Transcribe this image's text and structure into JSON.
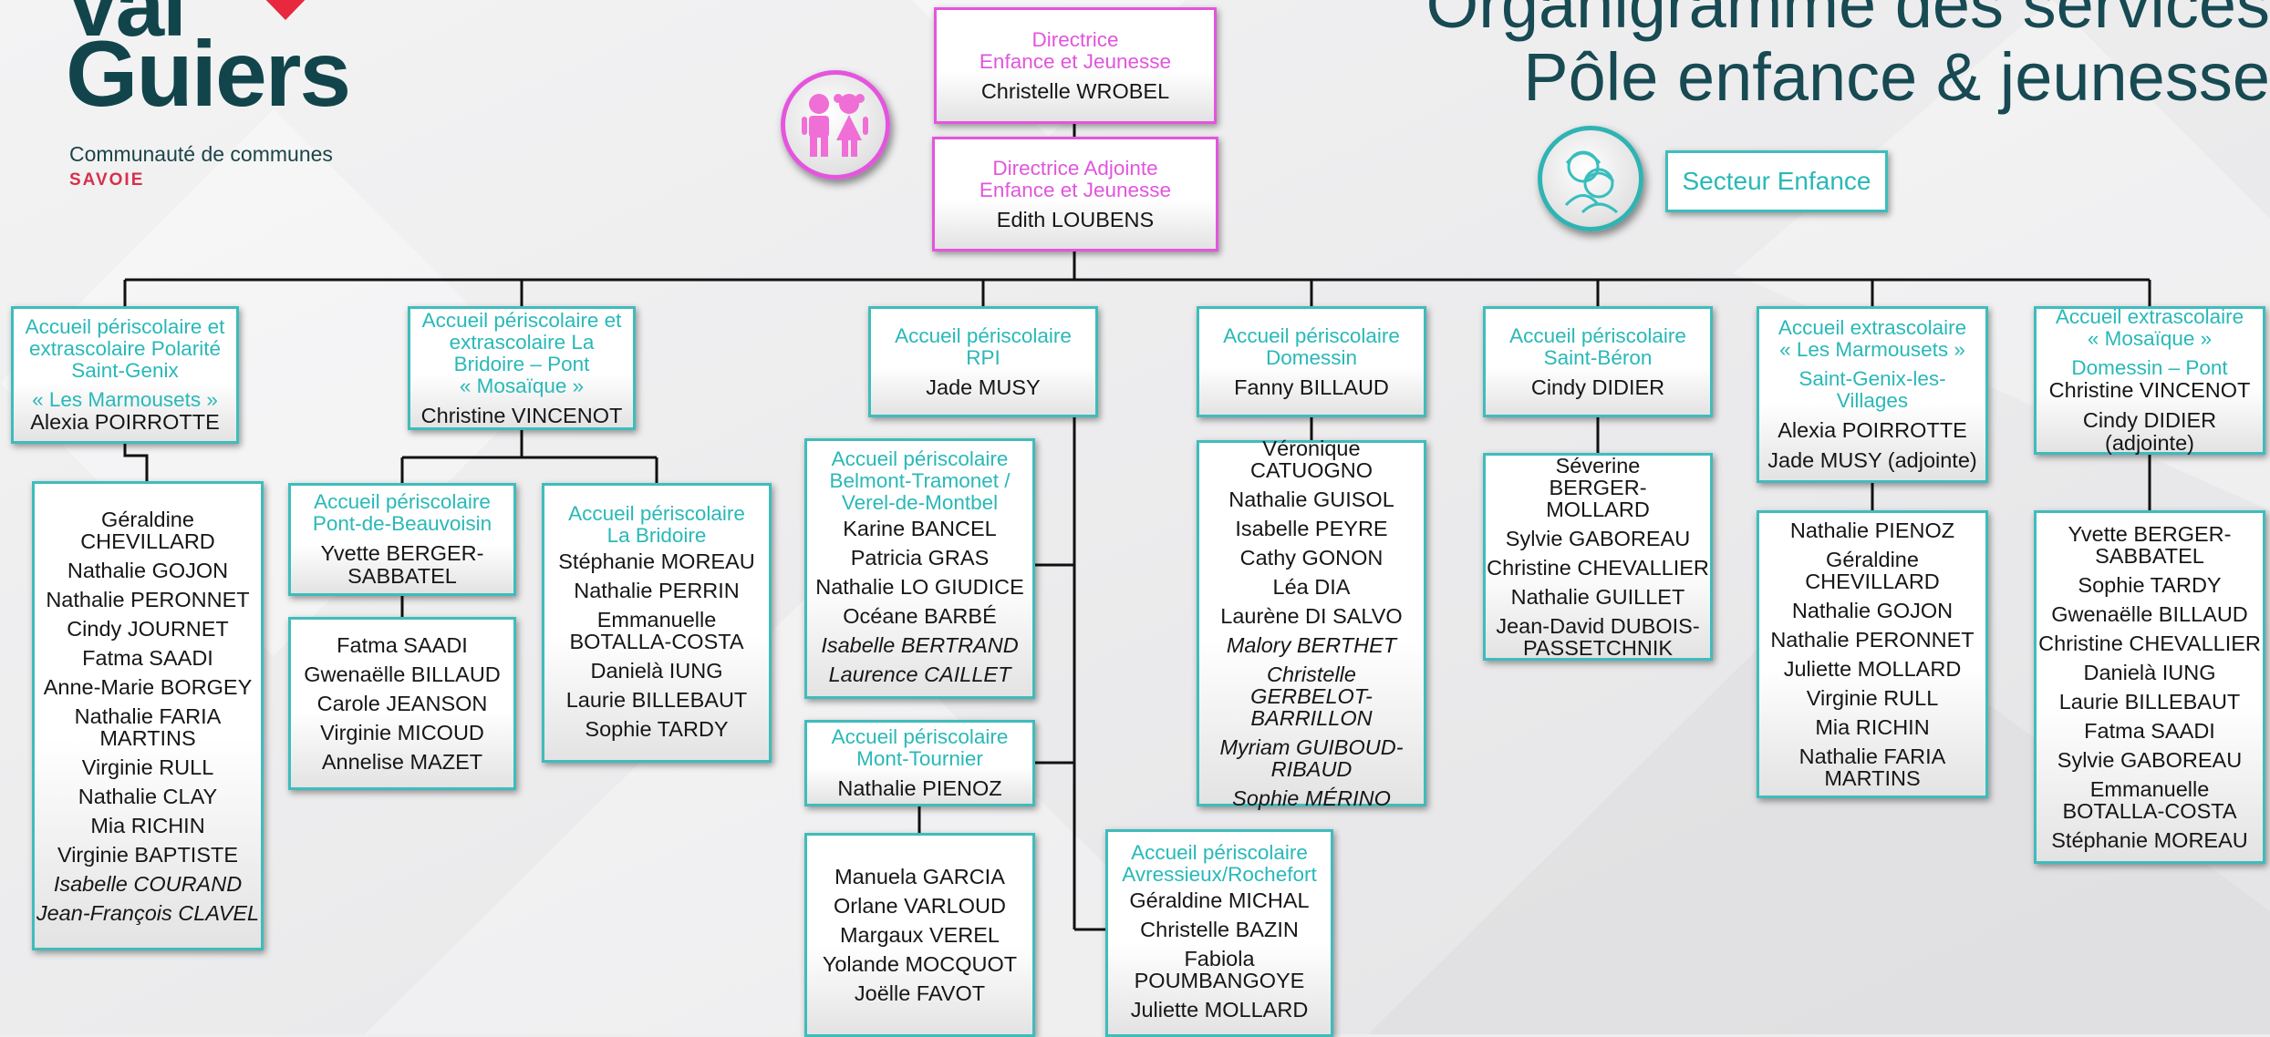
{
  "header": {
    "logo_line1": "Val",
    "logo_line2": "Guiers",
    "logo_line3": "Communauté de communes",
    "logo_line4": "SAVOIE",
    "title_line1": "Organigramme des services",
    "title_line2": "Pôle enfance & jeunesse"
  },
  "colors": {
    "pink": "#e455dd",
    "teal": "#3fbcbc",
    "dark_teal": "#174a52",
    "logo_red": "#d6304a"
  },
  "icons": {
    "kids": "children-icon",
    "enfance": "child-faces-icon"
  },
  "secteur": "Secteur Enfance",
  "directrice": {
    "title": [
      "Directrice",
      "Enfance et Jeunesse"
    ],
    "name": "Christelle WROBEL"
  },
  "adjointe": {
    "title": [
      "Directrice Adjointe",
      "Enfance et Jeunesse"
    ],
    "name": "Edith LOUBENS"
  },
  "units": {
    "marmousets": {
      "title": [
        "Accueil périscolaire et",
        "extrascolaire Polarité",
        "Saint-Genix",
        "« Les Marmousets »"
      ],
      "name": "Alexia POIRROTTE"
    },
    "marmousets_staff": [
      "Géraldine CHEVILLARD",
      "Nathalie GOJON",
      "Nathalie PERONNET",
      "Cindy JOURNET",
      "Fatma SAADI",
      "Anne-Marie BORGEY",
      "Nathalie FARIA MARTINS",
      "Virginie RULL",
      "Nathalie CLAY",
      "Mia RICHIN",
      "Virginie BAPTISTE",
      "Isabelle COURAND",
      "Jean-François CLAVEL"
    ],
    "mosaique": {
      "title": [
        "Accueil périscolaire et",
        "extrascolaire La",
        "Bridoire – Pont",
        "« Mosaïque »"
      ],
      "name": "Christine VINCENOT"
    },
    "pont": {
      "title": [
        "Accueil périscolaire",
        "Pont-de-Beauvoisin"
      ],
      "name": "Yvette BERGER-SABBATEL"
    },
    "pont_staff": [
      "Fatma SAADI",
      "Gwenaëlle BILLAUD",
      "Carole JEANSON",
      "Virginie MICOUD",
      "Annelise MAZET"
    ],
    "bridoire": {
      "title": [
        "Accueil périscolaire",
        "La Bridoire"
      ]
    },
    "bridoire_staff": [
      "Stéphanie MOREAU",
      "Nathalie PERRIN",
      "Emmanuelle BOTALLA-COSTA",
      "Danielà IUNG",
      "Laurie BILLEBAUT",
      "Sophie TARDY"
    ],
    "rpi": {
      "title": [
        "Accueil périscolaire",
        "RPI"
      ],
      "name": "Jade MUSY"
    },
    "belmont": {
      "title": [
        "Accueil périscolaire",
        "Belmont-Tramonet /",
        "Verel-de-Montbel"
      ]
    },
    "belmont_staff": [
      "Karine BANCEL",
      "Patricia GRAS",
      "Nathalie LO GIUDICE",
      "Océane BARBÉ",
      "Isabelle BERTRAND",
      "Laurence CAILLET"
    ],
    "mont": {
      "title": [
        "Accueil périscolaire",
        "Mont-Tournier"
      ],
      "name": "Nathalie PIENOZ"
    },
    "mont_staff": [
      "Manuela GARCIA",
      "Orlane VARLOUD",
      "Margaux VEREL",
      "Yolande MOCQUOT",
      "Joëlle FAVOT"
    ],
    "avressieux": {
      "title": [
        "Accueil périscolaire",
        "Avressieux/Rochefort"
      ]
    },
    "avressieux_staff": [
      "Géraldine MICHAL",
      "Christelle BAZIN",
      "Fabiola POUMBANGOYE",
      "Juliette MOLLARD"
    ],
    "domessin": {
      "title": [
        "Accueil périscolaire",
        "Domessin"
      ],
      "name": "Fanny BILLAUD"
    },
    "domessin_staff": [
      "Véronique CATUOGNO",
      "Nathalie GUISOL",
      "Isabelle PEYRE",
      "Cathy GONON",
      "Léa DIA",
      "Laurène DI SALVO",
      "Malory BERTHET",
      "Christelle GERBELOT-BARRILLON",
      "Myriam GUIBOUD-RIBAUD",
      "Sophie MÉRINO"
    ],
    "beron": {
      "title": [
        "Accueil périscolaire",
        "Saint-Béron"
      ],
      "name": "Cindy DIDIER"
    },
    "beron_staff": [
      "Séverine BERGER-MOLLARD",
      "Sylvie GABOREAU",
      "Christine CHEVALLIER",
      "Nathalie GUILLET",
      "Jean-David DUBOIS-PASSETCHNIK"
    ],
    "extra_marm": {
      "title": [
        "Accueil extrascolaire",
        "« Les Marmousets »",
        "Saint-Genix-les-",
        "Villages"
      ],
      "name": "Alexia POIRROTTE",
      "name2": "Jade MUSY (adjointe)"
    },
    "extra_marm_staff": [
      "Nathalie PIENOZ",
      "Géraldine CHEVILLARD",
      "Nathalie GOJON",
      "Nathalie PERONNET",
      "Juliette MOLLARD",
      "Virginie RULL",
      "Mia RICHIN",
      "Nathalie FARIA MARTINS"
    ],
    "extra_mos": {
      "title": [
        "Accueil extrascolaire",
        "« Mosaïque »",
        "Domessin – Pont"
      ],
      "name": "Christine VINCENOT",
      "name2": "Cindy DIDIER (adjointe)"
    },
    "extra_mos_staff": [
      "Yvette BERGER-SABBATEL",
      "Sophie TARDY",
      "Gwenaëlle BILLAUD",
      "Christine CHEVALLIER",
      "Danielà IUNG",
      "Laurie BILLEBAUT",
      "Fatma SAADI",
      "Sylvie GABOREAU",
      "Emmanuelle BOTALLA-COSTA",
      "Stéphanie MOREAU"
    ]
  }
}
